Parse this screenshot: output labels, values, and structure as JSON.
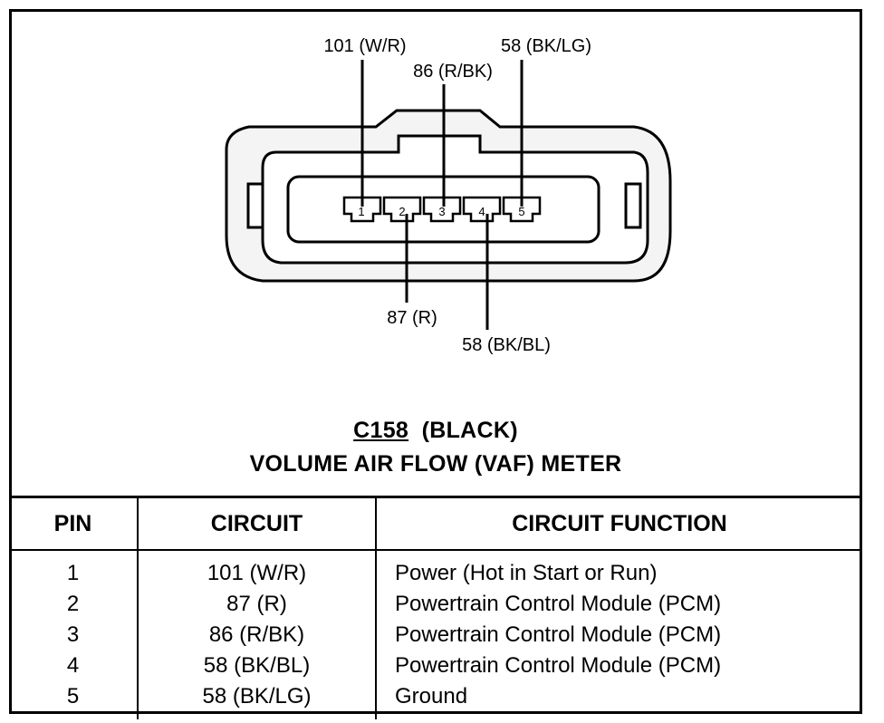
{
  "diagram": {
    "top_labels": {
      "pin1": "101 (W/R)",
      "pin3": "86 (R/BK)",
      "pin5": "58 (BK/LG)"
    },
    "bottom_labels": {
      "pin2": "87 (R)",
      "pin4": "58 (BK/BL)"
    },
    "pin_numbers": [
      "1",
      "2",
      "3",
      "4",
      "5"
    ],
    "connector_id": "C158",
    "connector_color": "(BLACK)",
    "component_title": "VOLUME AIR FLOW (VAF) METER"
  },
  "table": {
    "headers": [
      "PIN",
      "CIRCUIT",
      "CIRCUIT FUNCTION"
    ],
    "rows": [
      {
        "pin": "1",
        "circuit": "101 (W/R)",
        "function": "Power (Hot in Start or Run)"
      },
      {
        "pin": "2",
        "circuit": "87 (R)",
        "function": "Powertrain Control Module (PCM)"
      },
      {
        "pin": "3",
        "circuit": "86 (R/BK)",
        "function": "Powertrain Control Module (PCM)"
      },
      {
        "pin": "4",
        "circuit": "58 (BK/BL)",
        "function": "Powertrain Control Module (PCM)"
      },
      {
        "pin": "5",
        "circuit": "58 (BK/LG)",
        "function": "Ground"
      }
    ]
  }
}
